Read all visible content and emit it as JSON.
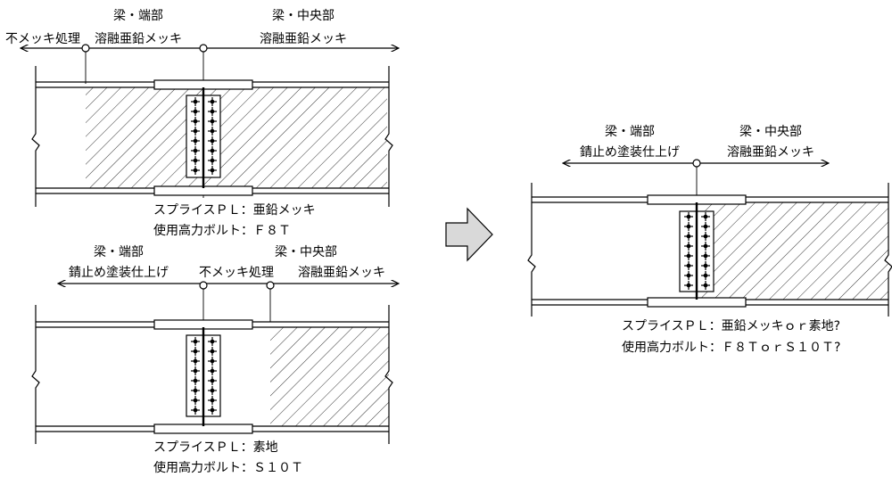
{
  "diagram_a": {
    "label_left": "不メッキ処理",
    "label_end_line1": "梁・端部",
    "label_end_line2": "溶融亜鉛メッキ",
    "label_center_line1": "梁・中央部",
    "label_center_line2": "溶融亜鉛メッキ",
    "spec_line1": "スプライスＰＬ：亜鉛メッキ",
    "spec_line2": "使用高力ボルト：Ｆ８Ｔ"
  },
  "diagram_b": {
    "label_end_line1": "梁・端部",
    "label_end_line2": "錆止め塗装仕上げ",
    "label_mid": "不メッキ処理",
    "label_center_line1": "梁・中央部",
    "label_center_line2": "溶融亜鉛メッキ",
    "spec_line1": "スプライスＰＬ：素地",
    "spec_line2": "使用高力ボルト：Ｓ１０Ｔ"
  },
  "diagram_c": {
    "label_end_line1": "梁・端部",
    "label_end_line2": "錆止め塗装仕上げ",
    "label_center_line1": "梁・中央部",
    "label_center_line2": "溶融亜鉛メッキ",
    "spec_line1": "スプライスＰＬ：亜鉛メッキｏｒ素地?",
    "spec_line2": "使用高力ボルト：Ｆ８ＴｏｒＳ１０Ｔ?"
  },
  "colors": {
    "line": "#000000",
    "arrow_fill": "#d9d9d9",
    "background": "#ffffff"
  },
  "icons": {
    "transition": "right-arrow-icon"
  }
}
